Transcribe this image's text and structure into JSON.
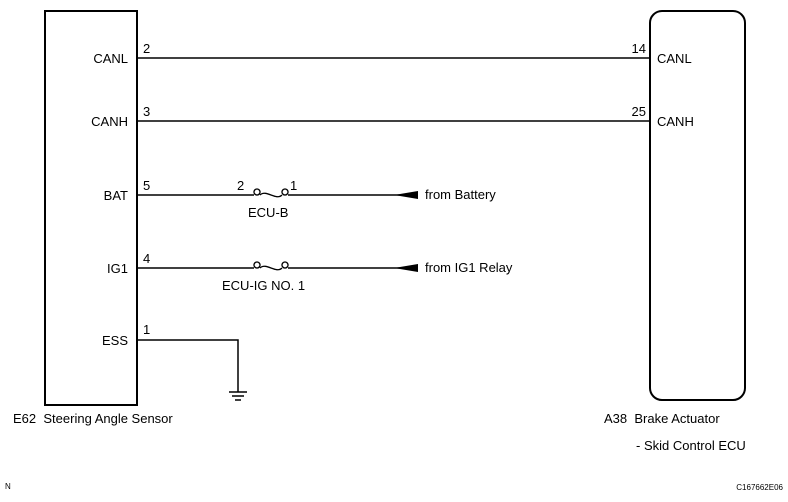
{
  "left_component": {
    "code": "E62",
    "name": "Steering Angle Sensor",
    "pins": [
      {
        "label": "CANL",
        "number": "2"
      },
      {
        "label": "CANH",
        "number": "3"
      },
      {
        "label": "BAT",
        "number": "5"
      },
      {
        "label": "IG1",
        "number": "4"
      },
      {
        "label": "ESS",
        "number": "1"
      }
    ]
  },
  "right_component": {
    "code": "A38",
    "name": "Brake Actuator",
    "name_line2": "- Skid Control ECU",
    "pins": [
      {
        "label": "CANL",
        "number": "14"
      },
      {
        "label": "CANH",
        "number": "25"
      }
    ]
  },
  "fuses": [
    {
      "name": "ECU-B",
      "pin_left": "2",
      "pin_right": "1",
      "source": "from Battery"
    },
    {
      "name": "ECU-IG NO. 1",
      "pin_left": "",
      "pin_right": "",
      "source": "from IG1 Relay"
    }
  ],
  "footer": {
    "left_mark": "N",
    "figure_id": "C167662E06"
  }
}
